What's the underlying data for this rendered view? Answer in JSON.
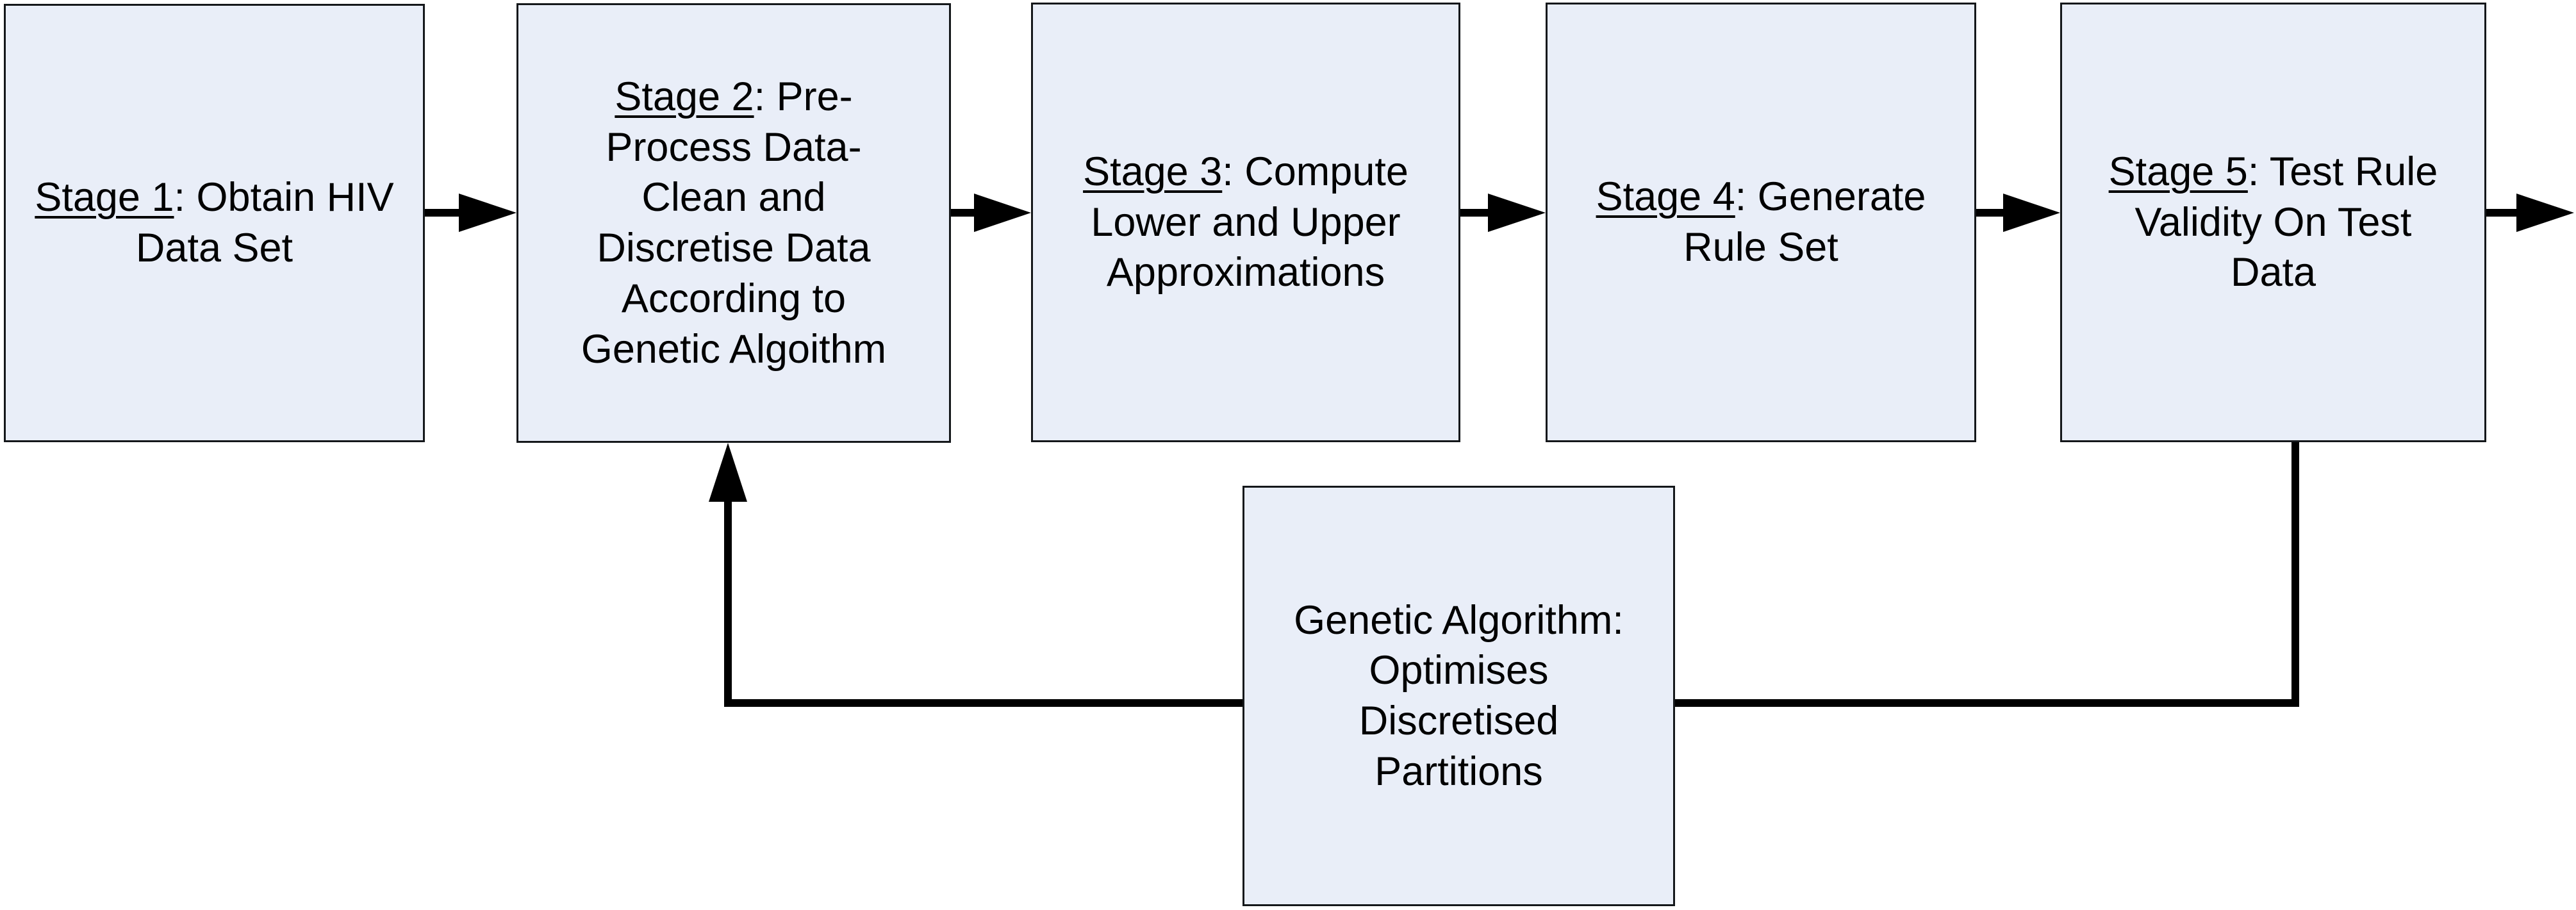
{
  "diagram": {
    "stages": [
      {
        "id": "stage-1",
        "underlined": "Stage 1",
        "rest": ": Obtain HIV\nData Set"
      },
      {
        "id": "stage-2",
        "underlined": "Stage 2",
        "rest": ": Pre-\nProcess Data-\nClean and\nDiscretise Data\nAccording to\nGenetic Algoithm"
      },
      {
        "id": "stage-3",
        "underlined": "Stage 3",
        "rest": ": Compute\nLower and Upper\nApproximations"
      },
      {
        "id": "stage-4",
        "underlined": "Stage 4",
        "rest": ": Generate\nRule Set"
      },
      {
        "id": "stage-5",
        "underlined": "Stage 5",
        "rest": ": Test Rule\nValidity On Test\nData"
      }
    ],
    "feedback_box": {
      "id": "genetic-algorithm-box",
      "label": "Genetic Algorithm:\nOptimises\nDiscretised\nPartitions"
    },
    "connections": [
      {
        "from": "stage-1",
        "to": "stage-2"
      },
      {
        "from": "stage-2",
        "to": "stage-3"
      },
      {
        "from": "stage-3",
        "to": "stage-4"
      },
      {
        "from": "stage-4",
        "to": "stage-5"
      },
      {
        "from": "stage-5",
        "to": "output-right"
      },
      {
        "from": "stage-5",
        "to": "genetic-algorithm-box"
      },
      {
        "from": "genetic-algorithm-box",
        "to": "stage-2"
      }
    ],
    "colors": {
      "box_fill": "#e9eef8",
      "box_border": "#14171a",
      "arrow": "#000000",
      "text": "#000000",
      "background": "#ffffff"
    }
  }
}
